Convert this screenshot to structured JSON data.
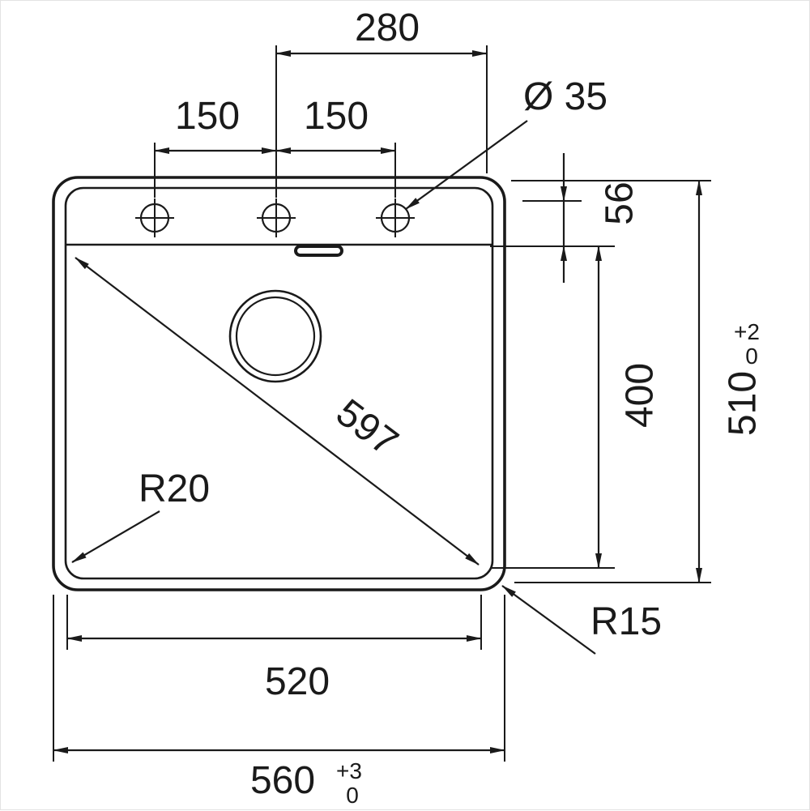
{
  "drawing": {
    "background": "#ffffff",
    "line_color": "#1a1a1a",
    "labels": {
      "tap_span": "280",
      "tap_pitch_left": "150",
      "tap_pitch_right": "150",
      "tap_hole_diameter": "Ø 35",
      "rim_to_bowl_depth": "56",
      "bowl_inner_depth": "400",
      "overall_depth": "510",
      "overall_depth_tol_upper": "+2",
      "overall_depth_tol_lower": "0",
      "bowl_diagonal": "597",
      "bowl_corner_radius": "R20",
      "outer_corner_radius": "R15",
      "bowl_width": "520",
      "overall_width": "560",
      "overall_width_tol_upper": "+3",
      "overall_width_tol_lower": "0"
    }
  }
}
